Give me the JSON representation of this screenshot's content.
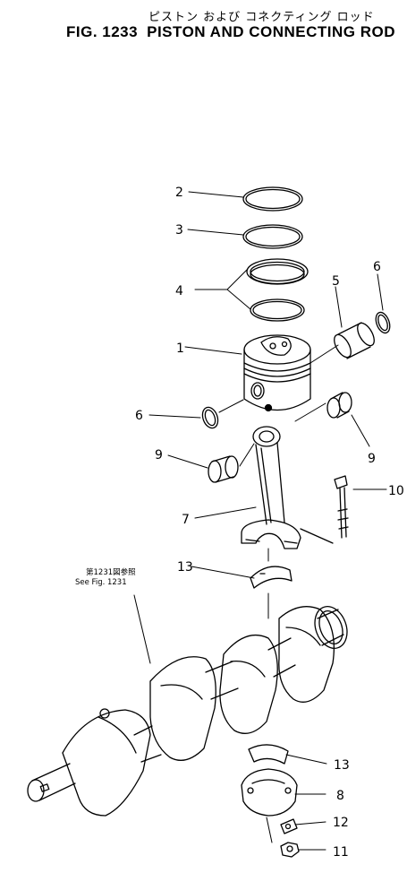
{
  "title": {
    "japanese": "ピストン および コネクティング ロッド",
    "figure_number": "FIG. 1233",
    "english": "PISTON AND CONNECTING ROD"
  },
  "crankshaft_reference": {
    "japanese": "第1231図参照",
    "english": "See Fig. 1231"
  },
  "callouts": [
    "2",
    "3",
    "4",
    "5",
    "6",
    "1",
    "6",
    "9",
    "9",
    "10",
    "7",
    "13",
    "13",
    "8",
    "12",
    "11"
  ]
}
